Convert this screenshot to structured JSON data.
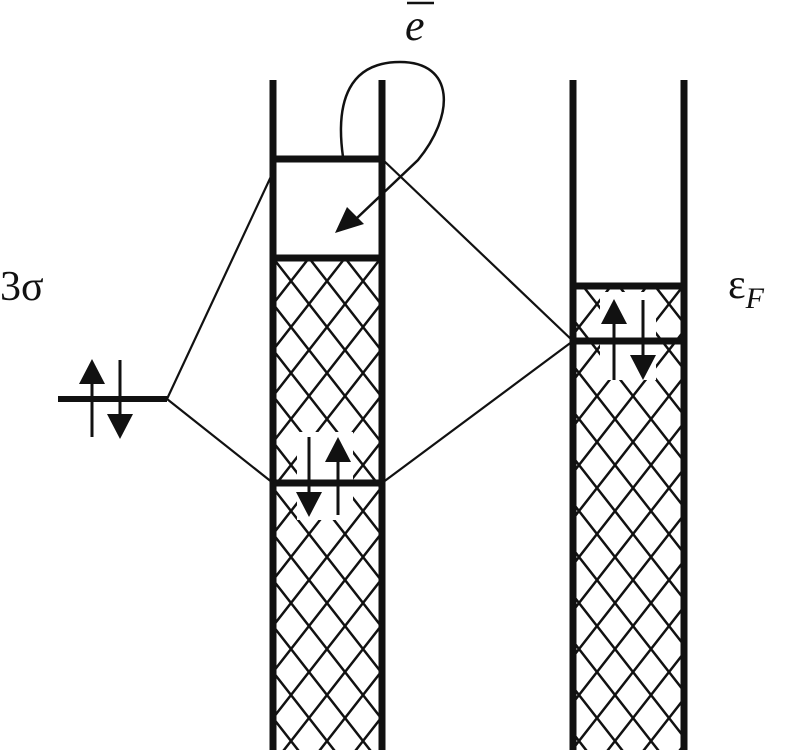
{
  "diagram": {
    "labels": {
      "electron": "e",
      "orbital": "3σ",
      "fermi": "ε",
      "fermi_subscript": "F"
    },
    "colors": {
      "ink": "#111111",
      "background": "#ffffff"
    }
  }
}
